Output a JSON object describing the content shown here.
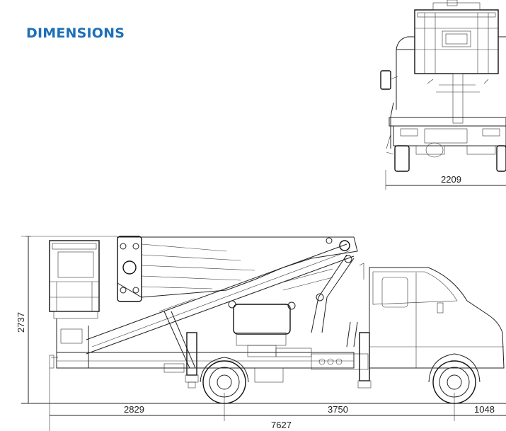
{
  "title": "DIMENSIONS",
  "dimensions": {
    "front_width": "2209",
    "overall_height": "2737",
    "rear_overhang": "2829",
    "wheelbase": "3750",
    "front_overhang": "1048",
    "overall_length": "7627"
  }
}
